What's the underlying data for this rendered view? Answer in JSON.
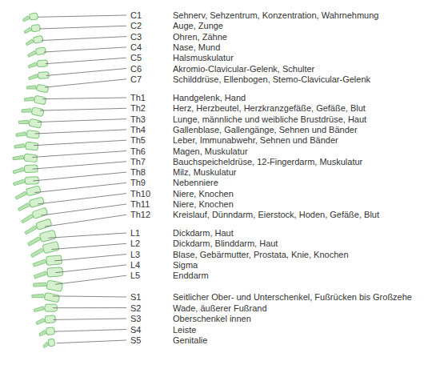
{
  "diagram": {
    "labels": [
      "C1",
      "Sehnerv, Sehzentrum, Konzentration, Wahrnehmung",
      "C2",
      "Auge, Zunge",
      "C3",
      "Ohren, Zähne",
      "C4",
      "Nase, Mund",
      "C5",
      "Halsmuskulatur",
      "C6",
      "Akromio-Clavicular-Gelenk, Schulter",
      "C7",
      "Schilddrüse, Ellenbogen, Stemo-Clavicular-Gelenk",
      "Th1",
      "Handgelenk, Hand",
      "Th2",
      "Herz, Herzbeutel, Herzkranzgefäße, Gefäße, Blut",
      "Th3",
      "Lunge, männliche und weibliche Brustdrüse, Haut",
      "Th4",
      "Gallenblase, Gallengänge, Sehnen und Bänder",
      "Th5",
      "Leber, Immunabwehr, Sehnen und Bänder",
      "Th6",
      "Magen, Muskulatur",
      "Th7",
      "Bauchspeicheldrüse, 12-Fingerdarm, Muskulatur",
      "Th8",
      "Milz, Muskulatur",
      "Th9",
      "Nebenniere",
      "Th10",
      "Niere, Knochen",
      "Th11",
      "Niere, Knochen",
      "Th12",
      "Kreislauf, Dünndarm, Eierstock, Hoden, Gefäße, Blut",
      "L1",
      "Dickdarm, Haut",
      "L2",
      "Dickdarm, Blinddarm, Haut",
      "L3",
      "Blase, Gebärmutter, Prostata, Knie, Knochen",
      "L4",
      "Sigma",
      "L5",
      "Enddarm",
      "S1",
      "Seitlicher Ober- und Unterschenkel, Fußrücken bis Großzehe",
      "S2",
      "Wade, äußerer Fußrand",
      "S3",
      "Oberschenkel innen",
      "S4",
      "Leiste",
      "S5",
      "Genitalie"
    ]
  }
}
